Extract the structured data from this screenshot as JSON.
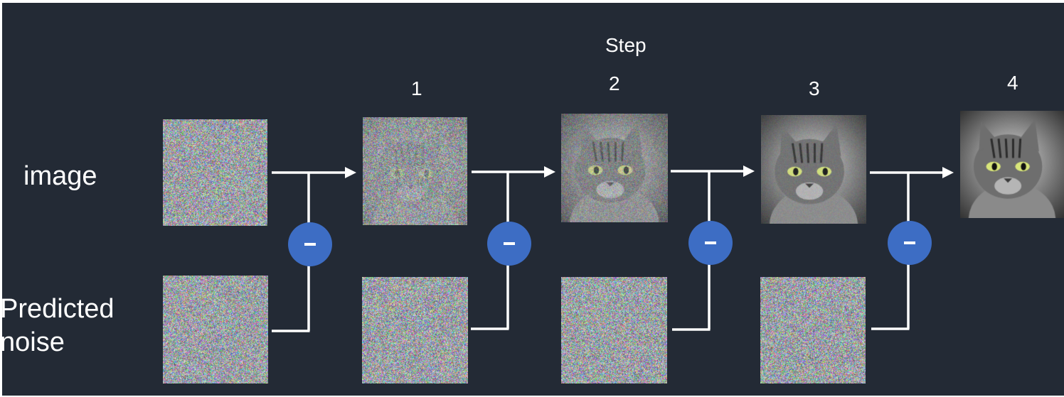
{
  "step_title": "Step",
  "step_numbers": [
    "1",
    "2",
    "3",
    "4"
  ],
  "row_labels": {
    "image": "image",
    "predicted_noise_line1": "Predicted",
    "predicted_noise_line2": "noise"
  },
  "operator_symbol": "-",
  "colors": {
    "background": "#232a35",
    "text": "#ffffff",
    "arrow": "#ffffff",
    "minus_badge": "#3d6dc4"
  },
  "icons": {
    "operator": "minus-circle-icon",
    "arrow": "arrow-right-icon"
  }
}
